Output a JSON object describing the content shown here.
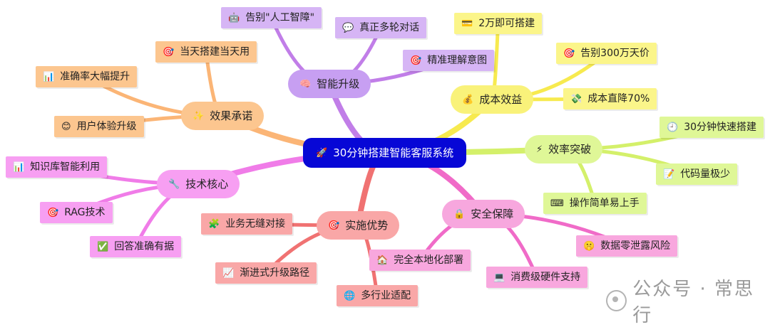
{
  "central": {
    "label": "30分钟搭建智能客服系统",
    "icon": "rocket-icon",
    "glyph": "🚀",
    "color": "#0707d6"
  },
  "branches": {
    "zhineng": {
      "label": "智能升级",
      "icon": "brain-icon",
      "glyph": "🧠",
      "color": "#c79ff2",
      "line": "#c17ee8",
      "leafColor": "#d6b5f5",
      "leaves": [
        {
          "label": "告别\"人工智障\"",
          "icon": "robot-icon",
          "glyph": "🤖"
        },
        {
          "label": "真正多轮对话",
          "icon": "speech-bubble-icon",
          "glyph": "💬"
        },
        {
          "label": "精准理解意图",
          "icon": "target-icon",
          "glyph": "🎯"
        }
      ]
    },
    "chengben": {
      "label": "成本效益",
      "icon": "money-bag-icon",
      "glyph": "💰",
      "color": "#f9f27a",
      "line": "#f7ea4f",
      "leafColor": "#fbf58a",
      "leaves": [
        {
          "label": "2万即可搭建",
          "icon": "card-icon",
          "glyph": "💳"
        },
        {
          "label": "告别300万天价",
          "icon": "target-icon",
          "glyph": "🎯"
        },
        {
          "label": "成本直降70%",
          "icon": "money-wings-icon",
          "glyph": "💸"
        }
      ]
    },
    "xiaolv": {
      "label": "效率突破",
      "icon": "lightning-icon",
      "glyph": "⚡",
      "color": "#dff797",
      "line": "#d4f06a",
      "leafColor": "#dff797",
      "leaves": [
        {
          "label": "30分钟快速搭建",
          "icon": "clock-icon",
          "glyph": "🕘"
        },
        {
          "label": "代码量极少",
          "icon": "memo-icon",
          "glyph": "📝"
        },
        {
          "label": "操作简单易上手",
          "icon": "keyboard-icon",
          "glyph": "⌨"
        }
      ]
    },
    "anquan": {
      "label": "安全保障",
      "icon": "lock-icon",
      "glyph": "🔒",
      "color": "#f7a7de",
      "line": "#f06bc8",
      "leafColor": "#f8a7de",
      "leaves": [
        {
          "label": "数据零泄露风险",
          "icon": "shush-face-icon",
          "glyph": "🤫"
        },
        {
          "label": "完全本地化部署",
          "icon": "house-icon",
          "glyph": "🏠"
        },
        {
          "label": "消费级硬件支持",
          "icon": "computer-icon",
          "glyph": "💻"
        }
      ]
    },
    "shishi": {
      "label": "实施优势",
      "icon": "target-icon",
      "glyph": "🎯",
      "color": "#f9a7a7",
      "line": "#f07272",
      "leafColor": "#f9a7a7",
      "leaves": [
        {
          "label": "业务无缝对接",
          "icon": "puzzle-icon",
          "glyph": "🧩"
        },
        {
          "label": "渐进式升级路径",
          "icon": "chart-up-icon",
          "glyph": "📈"
        },
        {
          "label": "多行业适配",
          "icon": "globe-icon",
          "glyph": "🌐"
        }
      ]
    },
    "jishu": {
      "label": "技术核心",
      "icon": "wrench-icon",
      "glyph": "🔧",
      "color": "#f79ff2",
      "line": "#f07ce8",
      "leafColor": "#f79ff2",
      "leaves": [
        {
          "label": "知识库智能利用",
          "icon": "bar-chart-icon",
          "glyph": "📊"
        },
        {
          "label": "RAG技术",
          "icon": "target-icon",
          "glyph": "🎯"
        },
        {
          "label": "回答准确有据",
          "icon": "check-box-icon",
          "glyph": "✅"
        }
      ]
    },
    "xiaoguo": {
      "label": "效果承诺",
      "icon": "star-icon",
      "glyph": "✨",
      "color": "#fcc68f",
      "line": "#fbb576",
      "leafColor": "#fcc68f",
      "leaves": [
        {
          "label": "当天搭建当天用",
          "icon": "target-icon",
          "glyph": "🎯"
        },
        {
          "label": "准确率大幅提升",
          "icon": "bar-chart-icon",
          "glyph": "📊"
        },
        {
          "label": "用户体验升级",
          "icon": "smile-icon",
          "glyph": "😊"
        }
      ]
    }
  },
  "watermark": {
    "label": "公众号 · 常思行",
    "icon": "wechat-official-icon"
  }
}
